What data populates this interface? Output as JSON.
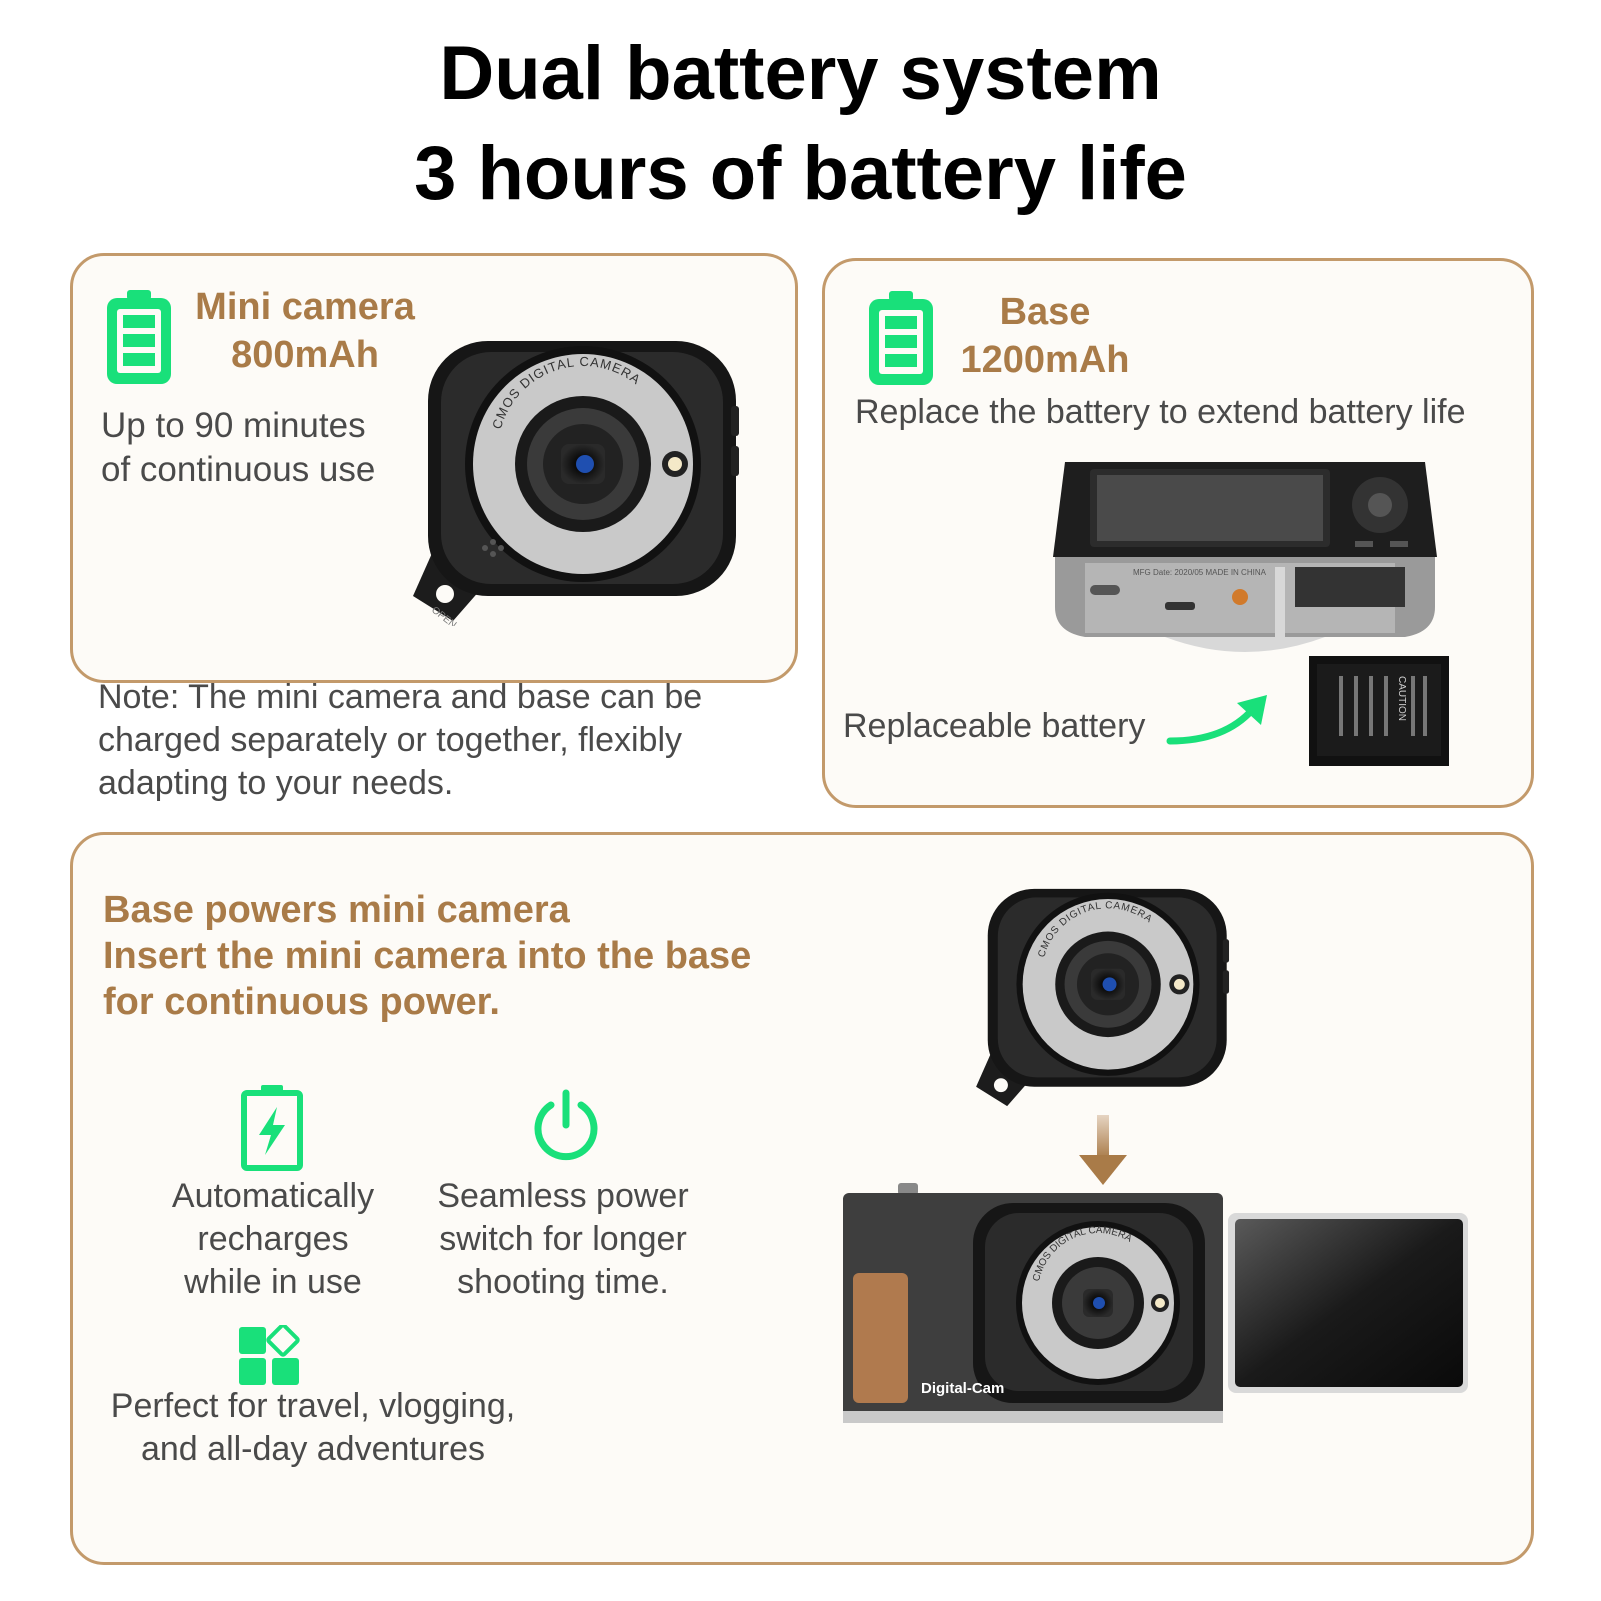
{
  "header": {
    "line1": "Dual battery system",
    "line2": "3 hours of battery life"
  },
  "mini_panel": {
    "title": "Mini camera",
    "capacity": "800mAh",
    "desc_line1": "Up to 90 minutes",
    "desc_line2": "of continuous use",
    "icon": "battery-icon",
    "camera_ring_text": "CMOS DIGITAL CAMERA",
    "tab_text": "OPEN"
  },
  "note": {
    "line1": "Note: The mini camera and base can be",
    "line2": "charged separately or together, flexibly",
    "line3": "adapting to your needs."
  },
  "base_panel": {
    "title": "Base",
    "capacity": "1200mAh",
    "desc": "Replace the battery to extend battery life",
    "battery_label": "Replaceable battery",
    "icon": "battery-icon",
    "battery_text": "CAUTION",
    "mfg_text": "MFG Date: 2020/05   MADE IN CHINA"
  },
  "bottom_panel": {
    "heading_line1": "Base powers mini camera",
    "heading_line2": "Insert the mini camera into the base",
    "heading_line3": "for continuous power.",
    "features": [
      {
        "icon": "charging-battery-icon",
        "line1": "Automatically",
        "line2": "recharges",
        "line3": "while in use"
      },
      {
        "icon": "power-icon",
        "line1": "Seamless power",
        "line2": "switch for longer",
        "line3": "shooting time."
      }
    ],
    "travel": {
      "icon": "apps-grid-icon",
      "line1": "Perfect for travel, vlogging,",
      "line2": "and all-day adventures"
    },
    "brand_label": "Digital-Cam"
  },
  "colors": {
    "accent_green": "#19e07a",
    "brand_brown": "#a97b48",
    "border": "#c39a6b",
    "panel_bg": "#fdfbf7"
  }
}
